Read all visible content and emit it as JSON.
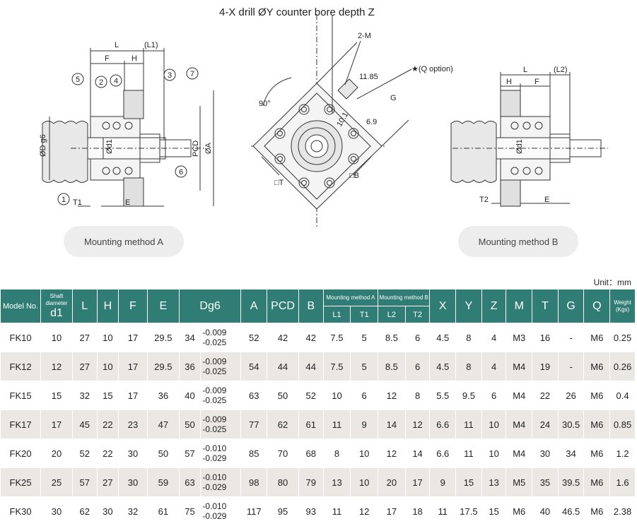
{
  "drawing": {
    "top_label": "4-X drill ØY counter bore depth Z",
    "label_2m": "2-M",
    "label_q": "★(Q option)",
    "label_1185": "11.85",
    "label_101": "10.1",
    "label_69": "6.9",
    "label_g": "G",
    "label_90": "90°",
    "label_t_sq": "□T",
    "label_b_sq": "□B",
    "label_L": "L",
    "label_L1": "(L1)",
    "label_L2": "(L2)",
    "label_F": "F",
    "label_H": "H",
    "label_D": "ØD g6",
    "label_d1": "Ød1",
    "label_PCD": "PCD",
    "label_A": "ØA",
    "label_T1": "T1",
    "label_T2": "T2",
    "label_E": "E",
    "balloons": [
      "1",
      "2",
      "3",
      "4",
      "5",
      "6",
      "7"
    ]
  },
  "pills": {
    "method_a": "Mounting method A",
    "method_b": "Mounting method B"
  },
  "unit": "Unit：mm",
  "table": {
    "headers": {
      "model": "Model No.",
      "shaft_small": "Shaft diameter",
      "shaft": "d1",
      "L": "L",
      "H": "H",
      "F": "F",
      "E": "E",
      "Dg6": "Dg6",
      "A": "A",
      "PCD": "PCD",
      "B": "B",
      "method_a": "Mounting method A",
      "method_b": "Mounting method B",
      "L1": "L1",
      "T1": "T1",
      "L2": "L2",
      "T2": "T2",
      "X": "X",
      "Y": "Y",
      "Z": "Z",
      "M": "M",
      "T": "T",
      "G": "G",
      "Q": "Q",
      "weight": "Weight (Kgs)"
    },
    "rows": [
      {
        "model": "FK10",
        "d1": "10",
        "L": "27",
        "H": "10",
        "F": "17",
        "E": "29.5",
        "D": "34",
        "tol_hi": "-0.009",
        "tol_lo": "-0.025",
        "A": "52",
        "PCD": "42",
        "B": "42",
        "L1": "7.5",
        "T1": "5",
        "L2": "8.5",
        "T2": "6",
        "X": "4.5",
        "Y": "8",
        "Z": "4",
        "M": "M3",
        "T": "16",
        "G": "-",
        "Q": "M6",
        "W": "0.25"
      },
      {
        "model": "FK12",
        "d1": "12",
        "L": "27",
        "H": "10",
        "F": "17",
        "E": "29.5",
        "D": "36",
        "tol_hi": "-0.009",
        "tol_lo": "-0.025",
        "A": "54",
        "PCD": "44",
        "B": "44",
        "L1": "7.5",
        "T1": "5",
        "L2": "8.5",
        "T2": "6",
        "X": "4.5",
        "Y": "8",
        "Z": "4",
        "M": "M4",
        "T": "19",
        "G": "-",
        "Q": "M6",
        "W": "0.26"
      },
      {
        "model": "FK15",
        "d1": "15",
        "L": "32",
        "H": "15",
        "F": "17",
        "E": "36",
        "D": "40",
        "tol_hi": "-0.009",
        "tol_lo": "-0.025",
        "A": "63",
        "PCD": "50",
        "B": "52",
        "L1": "10",
        "T1": "6",
        "L2": "12",
        "T2": "8",
        "X": "5.5",
        "Y": "9.5",
        "Z": "6",
        "M": "M4",
        "T": "22",
        "G": "26",
        "Q": "M6",
        "W": "0.4"
      },
      {
        "model": "FK17",
        "d1": "17",
        "L": "45",
        "H": "22",
        "F": "23",
        "E": "47",
        "D": "50",
        "tol_hi": "-0.009",
        "tol_lo": "-0.025",
        "A": "77",
        "PCD": "62",
        "B": "61",
        "L1": "11",
        "T1": "9",
        "L2": "14",
        "T2": "12",
        "X": "6.6",
        "Y": "11",
        "Z": "10",
        "M": "M4",
        "T": "24",
        "G": "30.5",
        "Q": "M6",
        "W": "0.85"
      },
      {
        "model": "FK20",
        "d1": "20",
        "L": "52",
        "H": "22",
        "F": "30",
        "E": "50",
        "D": "57",
        "tol_hi": "-0.010",
        "tol_lo": "-0.029",
        "A": "85",
        "PCD": "70",
        "B": "68",
        "L1": "8",
        "T1": "10",
        "L2": "12",
        "T2": "14",
        "X": "6.6",
        "Y": "11",
        "Z": "10",
        "M": "M4",
        "T": "30",
        "G": "34",
        "Q": "M6",
        "W": "1.2"
      },
      {
        "model": "FK25",
        "d1": "25",
        "L": "57",
        "H": "27",
        "F": "30",
        "E": "59",
        "D": "63",
        "tol_hi": "-0.010",
        "tol_lo": "-0.029",
        "A": "98",
        "PCD": "80",
        "B": "79",
        "L1": "13",
        "T1": "10",
        "L2": "20",
        "T2": "17",
        "X": "9",
        "Y": "15",
        "Z": "13",
        "M": "M5",
        "T": "35",
        "G": "39.5",
        "Q": "M6",
        "W": "1.6"
      },
      {
        "model": "FK30",
        "d1": "30",
        "L": "62",
        "H": "30",
        "F": "32",
        "E": "61",
        "D": "75",
        "tol_hi": "-0.010",
        "tol_lo": "-0.029",
        "A": "117",
        "PCD": "95",
        "B": "93",
        "L1": "11",
        "T1": "12",
        "L2": "17",
        "T2": "18",
        "X": "11",
        "Y": "17.5",
        "Z": "15",
        "M": "M6",
        "T": "40",
        "G": "46.5",
        "Q": "M6",
        "W": "2.38"
      }
    ]
  }
}
